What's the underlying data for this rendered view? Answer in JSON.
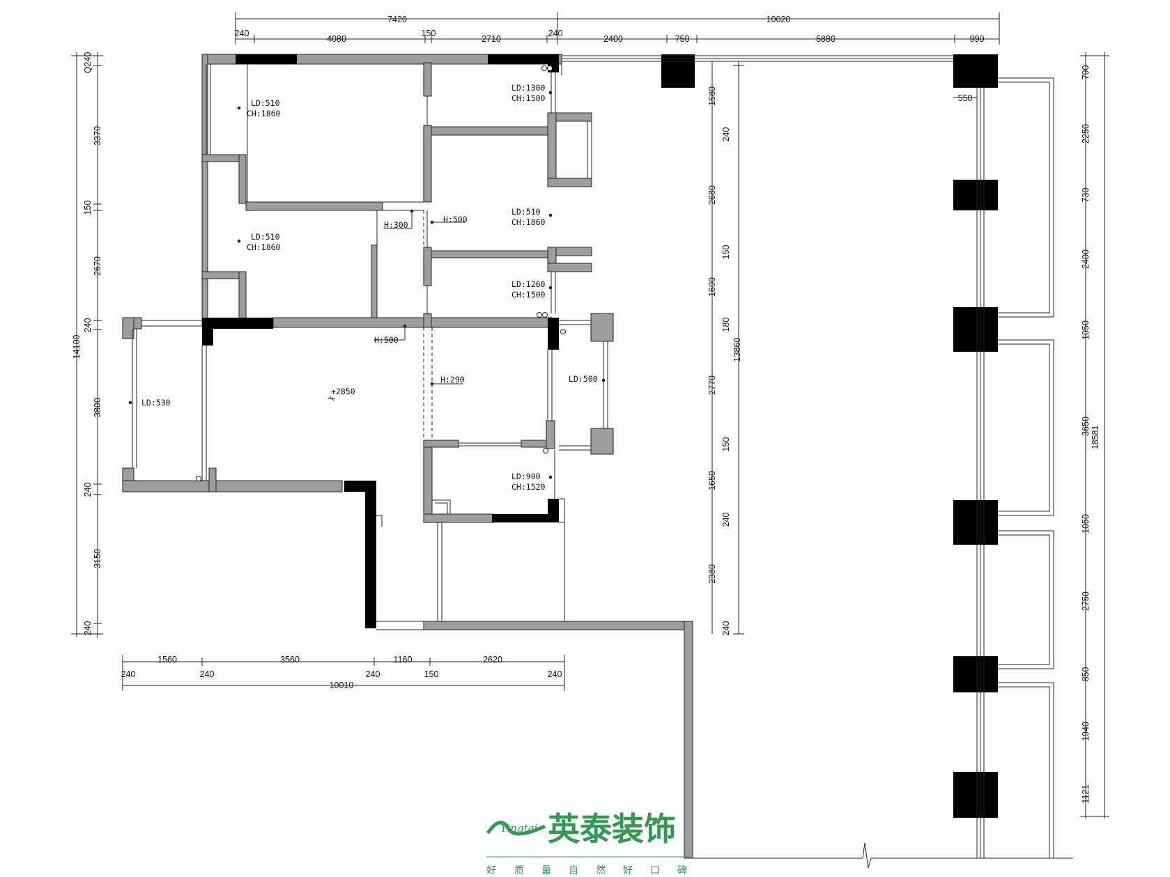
{
  "dimensions": {
    "top_total": [
      "7420",
      "10020"
    ],
    "top_segments": [
      "240",
      "4080",
      "150",
      "2710",
      "240",
      "2400",
      "750",
      "5880",
      "990"
    ],
    "left_outer": [
      "240",
      "3370",
      "150",
      "2670",
      "240",
      "3800",
      "240",
      "3150",
      "240"
    ],
    "left_top_stacked": "Q240",
    "left_total": "14100",
    "mid_column": [
      "1580",
      "2680",
      "1600",
      "2770",
      "1650",
      "2380"
    ],
    "mid_column_b": [
      "240",
      "150",
      "180",
      "150",
      "240",
      "240"
    ],
    "mid_total": "13860",
    "right_column": [
      "790",
      "2250",
      "730",
      "2400",
      "1050",
      "3650",
      "1050",
      "2750",
      "850",
      "1940",
      "1121"
    ],
    "right_total": "18581",
    "pillar_width": "550",
    "bottom_row1": [
      "1560",
      "3560",
      "1160",
      "2620"
    ],
    "bottom_row2": [
      "240",
      "240",
      "240",
      "150",
      "240"
    ],
    "bottom_total": "10010"
  },
  "annotations": {
    "room_tl": [
      "LD:510",
      "CH:1860"
    ],
    "room_ml": [
      "LD:510",
      "CH:1860"
    ],
    "room_tr": [
      "LD:1300",
      "CH:1500"
    ],
    "room_r2": [
      "LD:510",
      "CH:1860"
    ],
    "room_r3": [
      "LD:1260",
      "CH:1500"
    ],
    "room_left": "LD:530",
    "room_right": "LD:500",
    "room_bottom": [
      "LD:900",
      "CH:1520"
    ],
    "beam_h300": "H:300",
    "beam_h500_a": "H:500",
    "beam_h500_b": "H:500",
    "beam_h290": "H:290",
    "elevation": "+2850"
  },
  "logo": {
    "brand_en": "Yingtai",
    "brand_cn": "英泰装饰",
    "slogan": [
      "好",
      "质",
      "量",
      "自",
      "然",
      "好",
      "口",
      "碑"
    ]
  },
  "colors": {
    "wall_fill": "#9d9d9d",
    "column_fill": "#000000",
    "line": "#222222",
    "brand_green": "#2e9a4f"
  }
}
